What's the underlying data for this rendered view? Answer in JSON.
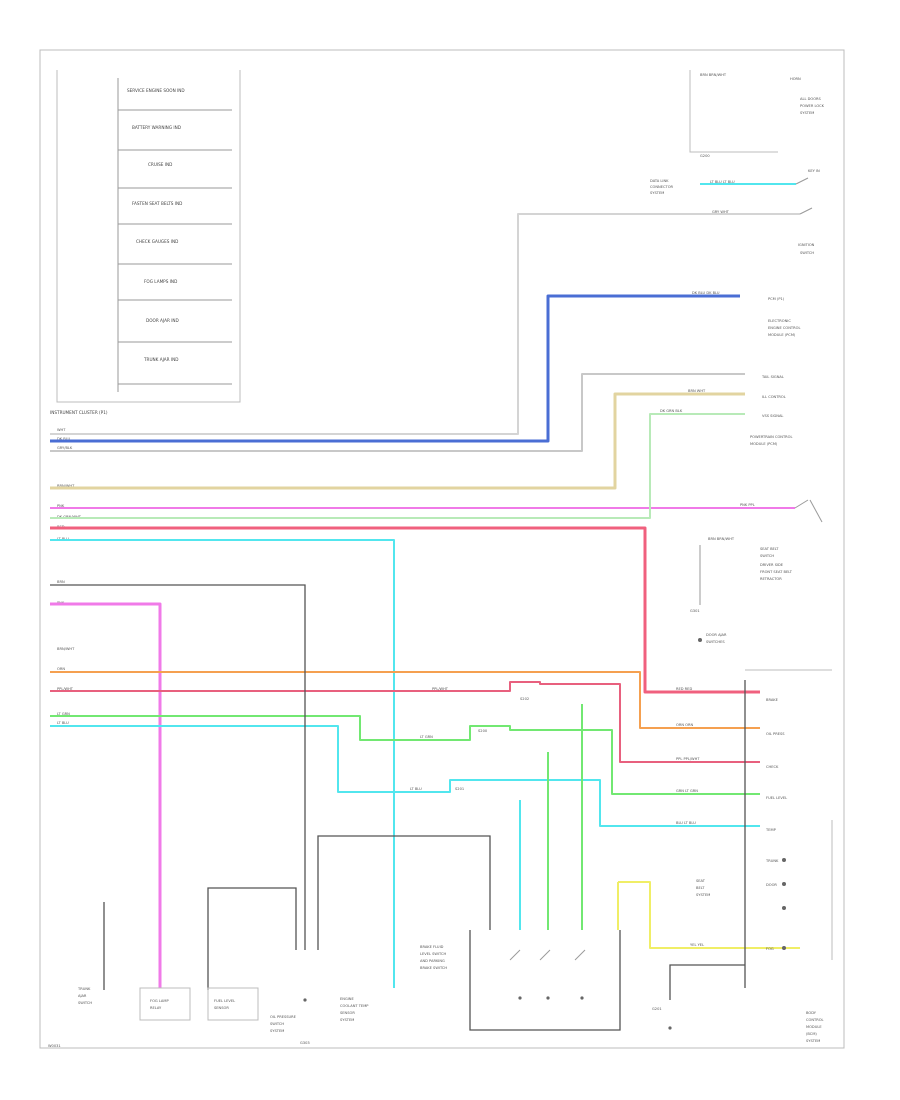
{
  "footer": {
    "code": "W0031"
  },
  "colors": {
    "blue": "#4a6ed4",
    "pink": "#f07ae8",
    "red": "#f0607e",
    "cyan": "#52e6ee",
    "green": "#72e872",
    "orange": "#f5a050",
    "tan": "#e2d4a0",
    "yellow": "#f0ee66",
    "gray": "#a8a8a8",
    "dark": "#555555"
  },
  "cluster": {
    "title": "INSTRUMENT CLUSTER (P1)",
    "lamps": [
      "SERVICE ENGINE SOON IND",
      "BATTERY WARNING IND",
      "CRUISE IND",
      "FASTEN SEAT BELTS IND",
      "CHECK GAUGES IND",
      "FOG LAMPS IND",
      "DOOR AJAR IND",
      "TRUNK AJAR IND"
    ]
  },
  "left_wires": [
    "WHT",
    "DK BLU",
    "GRY/BLK",
    "BRN/WHT",
    "PNK",
    "DK GRN/WHT",
    "RED",
    "LT BLU",
    "BRN",
    "PNK",
    "BRN/WHT",
    "ORN",
    "PPL/WHT",
    "LT GRN",
    "LT BLU"
  ],
  "right_labels": {
    "top": [
      "BRN BRN/WHT",
      "HORN",
      "ALL DOORS",
      "POWER LOCK",
      "SYSTEM"
    ],
    "ground": "G200",
    "blu_wire": "LT BLU LT BLU",
    "key_switch": "KEY IN",
    "key_sys": [
      "DATA LINK",
      "CONNECTOR",
      "SYSTEM"
    ],
    "gry_wire": "GRY WHT",
    "ign_switch": "IGNITION",
    "ign_sys": [
      "SWITCH"
    ],
    "dkblu_wire": "DK BLU DK BLU",
    "pcm": "PCM (P1)",
    "pcm_sys": [
      "ELECTRONIC",
      "ENGINE CONTROL",
      "MODULE (PCM)"
    ],
    "multi": [
      "TAIL SIGNAL",
      "ILL CONTROL",
      "VSS SIGNAL"
    ],
    "multi_sys": [
      "POWERTRAIN CONTROL",
      "MODULE (PCM)"
    ],
    "tan_wire": "BRN WHT",
    "grn_wire": "DK GRN BLK",
    "pnk_wire": "PNK PPL",
    "seatbelt": [
      "SEAT BELT",
      "SWITCH"
    ],
    "brn_wire": "BRN BRN/WHT",
    "belt_sys": [
      "DRIVER SIDE",
      "FRONT SEAT BELT",
      "RETRACTOR"
    ],
    "dark_g": "G301",
    "dark_sys": [
      "DOOR AJAR",
      "SWITCHES"
    ],
    "panel_items": [
      "BRAKE",
      "OIL PRESS",
      "CHECK",
      "FUEL LEVEL",
      "TEMP",
      "TRUNK",
      "DOOR",
      "FOG"
    ],
    "panel_wires": [
      "RED RED",
      "ORN ORN",
      "PPL PPL/WHT",
      "GRN LT GRN",
      "BLU LT BLU"
    ],
    "panel_sys": [
      "BODY",
      "CONTROL",
      "MODULE",
      "(BCM)",
      "SYSTEM"
    ],
    "yel_sys": [
      "SEAT",
      "BELT",
      "SYSTEM"
    ],
    "yel_wire": "YEL YEL"
  },
  "bottom": {
    "boxes": [
      [
        "TRUNK",
        "AJAR",
        "SWITCH"
      ],
      [
        "FOG LAMP",
        "RELAY"
      ],
      [
        "FUEL LEVEL",
        "SENSOR"
      ],
      [
        "OIL PRESSURE",
        "SWITCH",
        "SYSTEM"
      ],
      [
        "ENGINE",
        "COOLANT TEMP",
        "SENSOR",
        "SYSTEM"
      ],
      [
        "BRAKE FLUID",
        "LEVEL SWITCH",
        "AND PARKING",
        "BRAKE SWITCH"
      ]
    ],
    "ground": [
      "G201",
      "G303"
    ],
    "splice": [
      "S200",
      "S201",
      "S202"
    ],
    "wires": [
      "LT GRN",
      "LT BLU",
      "PPL/WHT"
    ]
  }
}
